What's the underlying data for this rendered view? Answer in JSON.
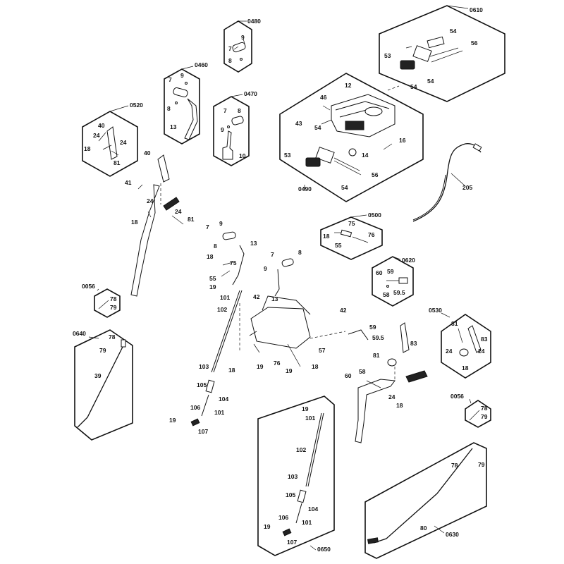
{
  "panel_ids": {
    "p0480": "0480",
    "p0460": "0460",
    "p0470": "0470",
    "p0520": "0520",
    "p0610": "0610",
    "p0490": "0490",
    "p0500": "0500",
    "p0620": "0620",
    "p0056a": "0056",
    "p0056b": "0056",
    "p0530": "0530",
    "p0640": "0640",
    "p0650": "0650",
    "p0630": "0630"
  },
  "labels": {
    "p0480": [
      "9",
      "7",
      "8"
    ],
    "p0460": [
      "9",
      "7",
      "8",
      "13"
    ],
    "p0470": [
      "7",
      "8",
      "9",
      "10"
    ],
    "p0520": [
      "40",
      "24",
      "18",
      "24",
      "81"
    ],
    "p0610": [
      "54",
      "53",
      "56",
      "54",
      "54"
    ],
    "p0490": [
      "12",
      "46",
      "43",
      "54",
      "53",
      "14",
      "16",
      "56",
      "54"
    ],
    "p0500": [
      "75",
      "18",
      "76",
      "55"
    ],
    "p0620": [
      "60",
      "59",
      "58",
      "59.5"
    ],
    "p0056a": [
      "78",
      "79"
    ],
    "p0056b": [
      "78",
      "79"
    ],
    "p0530": [
      "81",
      "83",
      "24",
      "24",
      "18"
    ],
    "p0640": [
      "78",
      "79",
      "39"
    ],
    "p0650": [
      "19",
      "101",
      "102",
      "103",
      "105",
      "104",
      "106",
      "101",
      "19",
      "107"
    ],
    "p0630": [
      "78",
      "79",
      "80"
    ],
    "main": [
      "40",
      "41",
      "24",
      "24",
      "18",
      "81",
      "9",
      "7",
      "8",
      "13",
      "18",
      "75",
      "55",
      "19",
      "101",
      "102",
      "7",
      "8",
      "9",
      "42",
      "13",
      "42",
      "59",
      "59.5",
      "83",
      "57",
      "76",
      "18",
      "19",
      "18",
      "19",
      "81",
      "58",
      "60",
      "24",
      "18",
      "103",
      "105",
      "104",
      "106",
      "101",
      "19",
      "107",
      "205"
    ]
  }
}
